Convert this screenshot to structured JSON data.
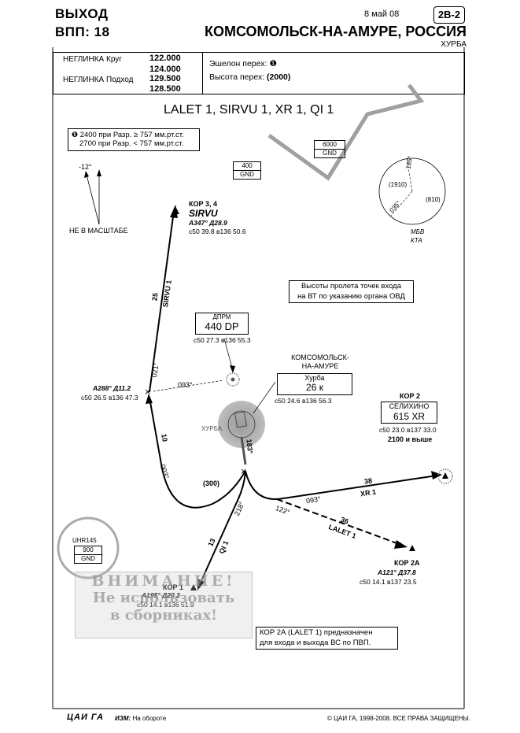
{
  "header": {
    "procedure_type": "ВЫХОД",
    "runway": "ВПП: 18",
    "date": "8 май 08",
    "chart_id": "2В-2",
    "airport": "КОМСОМОЛЬСК-НА-АМУРЕ, РОССИЯ",
    "airport_sub": "ХУРБА"
  },
  "frequencies": {
    "tower_label": "НЕГЛИНКА Круг",
    "tower_freq1": "122.000",
    "tower_freq2": "124.000",
    "approach_label": "НЕГЛИНКА Подход",
    "approach_freq1": "129.500",
    "approach_freq2": "128.500"
  },
  "transition": {
    "level_label": "Эшелон перех:",
    "level_mark": "❶",
    "alt_label": "Высота перех:",
    "alt_value": "(2000)"
  },
  "chart_title": "LALET 1, SIRVU 1, XR 1, QI 1",
  "notes": {
    "pressure_line1_mark": "❶",
    "pressure_line1": "2400  при Разр. ≥ 757 мм.рт.ст.",
    "pressure_line2": "2700  при Разр. < 757 мм.рт.ст.",
    "atc_line1": "Высоты пролета точек входа",
    "atc_line2": "на ВТ по указанию органа ОВД",
    "kor2a_line1": "КОР 2А (LALET 1) предназначен",
    "kor2a_line2": "для входа и выхода ВС по ПВП."
  },
  "legend": {
    "magvar": "-12°",
    "not_to_scale": "НЕ В МАСШТАБЕ"
  },
  "msa": {
    "top_bearing": "185°",
    "left_bearing": "035°",
    "left_alt": "(1910)",
    "right_alt": "(810)",
    "label1": "МБВ",
    "label2": "КТА"
  },
  "altitude_boxes": {
    "a400": "400",
    "a400_sub": "GND",
    "a6000": "6000",
    "a6000_sub": "GND",
    "uhr_name": "UHR145",
    "a900": "900",
    "a900_sub": "GND"
  },
  "fixes": {
    "sirvu_title": "КОР 3, 4",
    "sirvu_name": "SIRVU",
    "sirvu_dme": "A347° Д28.9",
    "sirvu_coord": "с50 39.8 в136 50.6",
    "a288_dme": "A288° Д11.2",
    "a288_coord": "с50 26.5 в136 47.3",
    "kor2_title": "КОР 2",
    "kor2_name": "СЕЛИХИНО",
    "kor2_id": "615 XR",
    "kor2_coord": "с50 23.0 в137 33.0",
    "kor2_alt": "2100 и выше",
    "kor2a_title": "КОР 2А",
    "kor2a_dme": "A121° Д37.8",
    "kor2a_coord": "с50 14.1 в137 23.5",
    "kor1_title": "КОР 1",
    "kor1_dme": "A195° Д20.2",
    "kor1_coord": "с50 14.1 в136 51.9"
  },
  "navaids": {
    "dprm_title": "ДПРМ",
    "dprm_id": "440 DP",
    "dprm_coord": "с50 27.3 в136 55.3",
    "vor_name1": "КОМСОМОЛЬСК-",
    "vor_name2": "НА-АМУРЕ",
    "vor_sub": "Хурба",
    "vor_id": "26 к",
    "vor_coord": "с50 24.6 в136 56.3",
    "airport_label": "ХУРБА"
  },
  "routes": {
    "sirvu_label": "SIRVU 1",
    "sirvu_dist": "25",
    "r021": "021°",
    "r093a": "093°",
    "r003": "003°",
    "d10": "10",
    "r183": "183°",
    "alt300": "(300)",
    "r218": "218°",
    "qi_label": "QI 1",
    "qi_dist": "13",
    "r093b": "093°",
    "xr_label": "XR 1",
    "xr_dist": "38",
    "r122": "122°",
    "lalet_label": "LALET 1",
    "lalet_dist": "36"
  },
  "watermark": {
    "line1": "ВНИМАНИЕ!",
    "line2": "Не использовать",
    "line3": "в сборниках!"
  },
  "footer": {
    "logo": "ЦАИ ГА",
    "changes_label": "ИЗМ:",
    "changes_value": "На обороте",
    "copyright": "© ЦАИ ГА, 1998-2008. ВСЕ ПРАВА ЗАЩИЩЕНЫ."
  }
}
